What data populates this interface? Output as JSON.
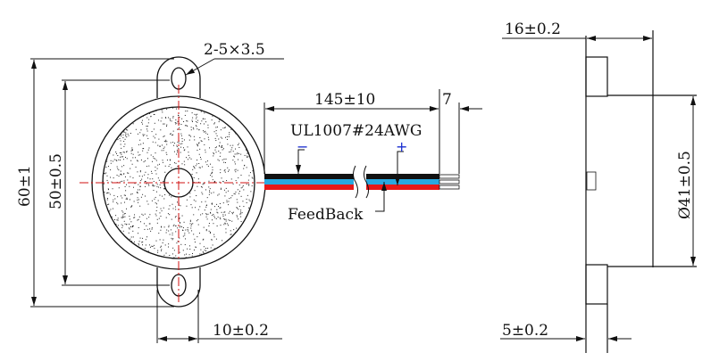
{
  "front_view": {
    "hole_spec": "2-5×3.5",
    "overall_height": "60±1",
    "hole_spacing": "50±0.5",
    "tab_width": "10±0.2"
  },
  "wires": {
    "length": "145±10",
    "strip_length": "7",
    "spec": "UL1007#24AWG",
    "negative_label": "−",
    "positive_label": "+",
    "feedback_label": "FeedBack",
    "colors": {
      "black": "#111111",
      "blue": "#29a8e0",
      "red": "#e81818"
    }
  },
  "side_view": {
    "height": "16±0.2",
    "diameter": "Ø41±0.5",
    "flange_thickness": "5±0.2"
  }
}
